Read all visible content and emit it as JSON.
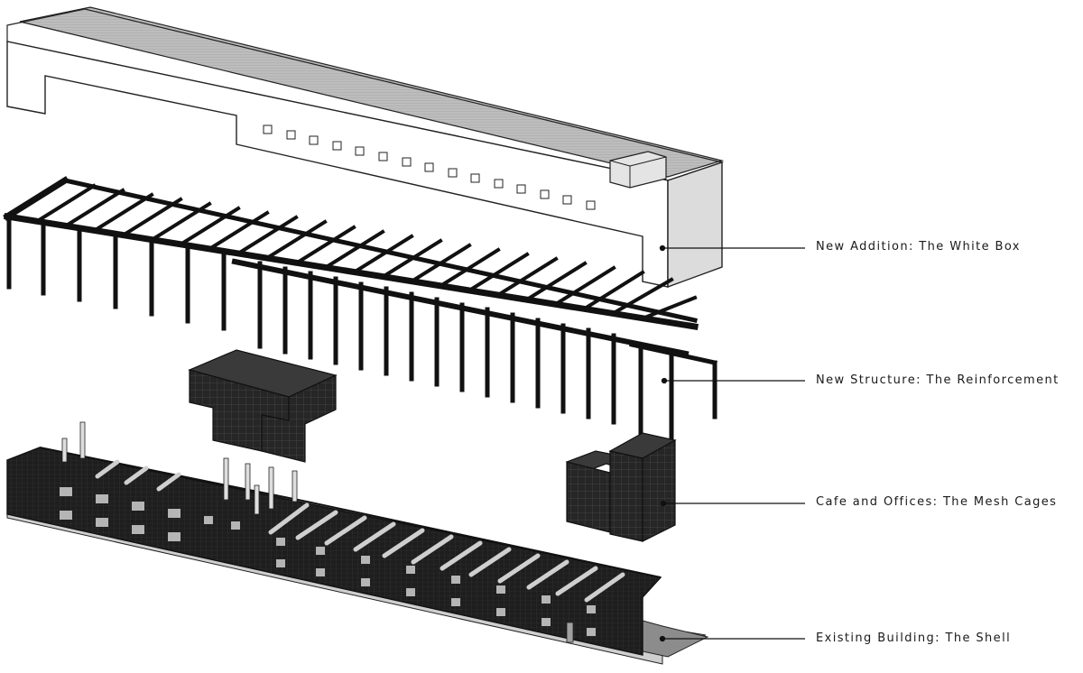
{
  "diagram": {
    "labels": [
      {
        "text": "New Addition: The White Box"
      },
      {
        "text": "New Structure: The Reinforcement"
      },
      {
        "text": "Cafe and Offices: The Mesh Cages"
      },
      {
        "text": "Existing Building: The Shell"
      }
    ]
  }
}
